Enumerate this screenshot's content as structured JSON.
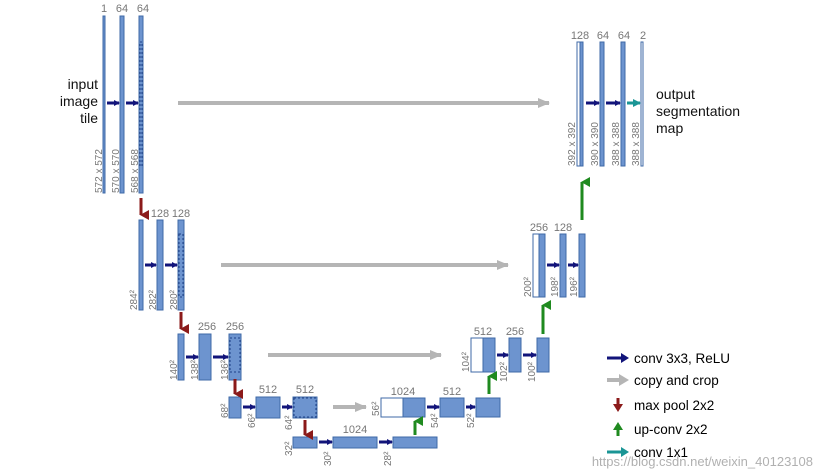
{
  "io": {
    "input": [
      "input",
      "image",
      "tile"
    ],
    "output": [
      "output",
      "segmentation",
      "map"
    ]
  },
  "channels": {
    "l1": [
      "1",
      "64",
      "64"
    ],
    "l2": [
      "128",
      "128"
    ],
    "l3": [
      "256",
      "256"
    ],
    "l4": [
      "512",
      "512"
    ],
    "l5": [
      "1024"
    ],
    "u4": [
      "1024",
      "512"
    ],
    "u3": [
      "512",
      "256"
    ],
    "u2": [
      "256",
      "128"
    ],
    "u1": [
      "128",
      "64",
      "64",
      "2"
    ]
  },
  "sizes": {
    "l1": [
      "572 x 572",
      "570 x 570",
      "568 x 568"
    ],
    "l2": [
      "284²",
      "282²",
      "280²"
    ],
    "l3": [
      "140²",
      "138²",
      "136²"
    ],
    "l4": [
      "68²",
      "66²",
      "64²"
    ],
    "l5": [
      "32²",
      "30²",
      "28²"
    ],
    "u4": [
      "56²",
      "54²",
      "52²"
    ],
    "u3": [
      "104²",
      "102²",
      "100²"
    ],
    "u2": [
      "200²",
      "198²",
      "196²"
    ],
    "u1": [
      "392 x 392",
      "390 x 390",
      "388 x 388",
      "388 x 388"
    ]
  },
  "legend": [
    {
      "key": "conv",
      "label": "conv 3x3, ReLU",
      "color": "#12147a"
    },
    {
      "key": "copy",
      "label": "copy and crop",
      "color": "#b5b5b5"
    },
    {
      "key": "pool",
      "label": "max pool 2x2",
      "color": "#8b1a1a"
    },
    {
      "key": "upconv",
      "label": "up-conv 2x2",
      "color": "#1f8a1f"
    },
    {
      "key": "conv1",
      "label": "conv 1x1",
      "color": "#1a9595"
    }
  ],
  "colors": {
    "block": "#6d94cf",
    "block_edge": "#3f6aa7",
    "text": "#111111",
    "label": "#777777"
  },
  "watermark": "https://blog.csdn.net/weixin_40123108"
}
